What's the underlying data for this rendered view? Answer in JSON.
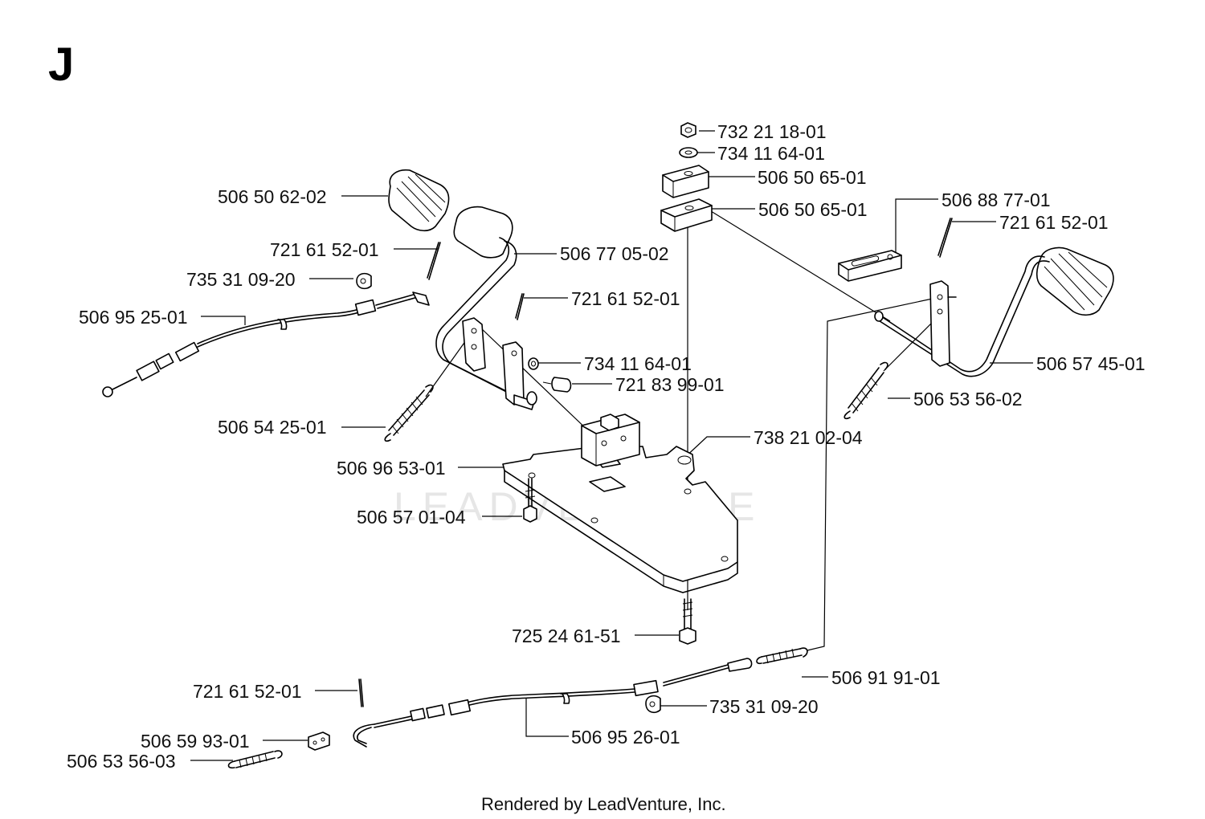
{
  "section_letter": "J",
  "footer_text": "Rendered by LeadVenture, Inc.",
  "watermark_text": "LEADVENTURE",
  "parts": [
    {
      "id": "p1",
      "number": "732 21 18-01"
    },
    {
      "id": "p2",
      "number": "734 11 64-01"
    },
    {
      "id": "p3",
      "number": "506 50 65-01"
    },
    {
      "id": "p4",
      "number": "506 50 65-01"
    },
    {
      "id": "p5",
      "number": "506 88 77-01"
    },
    {
      "id": "p6",
      "number": "721 61 52-01"
    },
    {
      "id": "p7",
      "number": "506 50 62-02"
    },
    {
      "id": "p8",
      "number": "721 61 52-01"
    },
    {
      "id": "p9",
      "number": "506 77 05-02"
    },
    {
      "id": "p10",
      "number": "735 31 09-20"
    },
    {
      "id": "p11",
      "number": "506 95 25-01"
    },
    {
      "id": "p12",
      "number": "721 61 52-01"
    },
    {
      "id": "p13",
      "number": "734 11 64-01"
    },
    {
      "id": "p14",
      "number": "721 83 99-01"
    },
    {
      "id": "p15",
      "number": "506 57 45-01"
    },
    {
      "id": "p16",
      "number": "506 53 56-02"
    },
    {
      "id": "p17",
      "number": "506 54 25-01"
    },
    {
      "id": "p18",
      "number": "738 21 02-04"
    },
    {
      "id": "p19",
      "number": "506 96 53-01"
    },
    {
      "id": "p20",
      "number": "506 57 01-04"
    },
    {
      "id": "p21",
      "number": "725 24 61-51"
    },
    {
      "id": "p22",
      "number": "506 91 91-01"
    },
    {
      "id": "p23",
      "number": "721 61 52-01"
    },
    {
      "id": "p24",
      "number": "735 31 09-20"
    },
    {
      "id": "p25",
      "number": "506 59 93-01"
    },
    {
      "id": "p26",
      "number": "506 95 26-01"
    },
    {
      "id": "p27",
      "number": "506 53 56-03"
    }
  ]
}
